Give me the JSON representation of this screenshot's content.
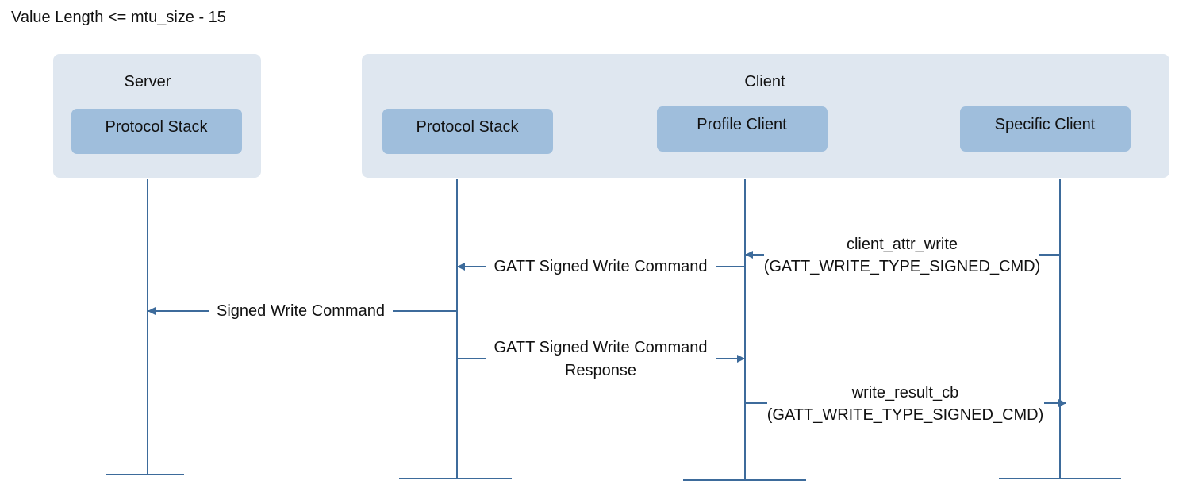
{
  "note": "Value Length <=  mtu_size - 15",
  "colors": {
    "group_bg": "#dfe7f0",
    "block_bg": "#9fbedc",
    "line": "#3d6b9b",
    "text": "#111111"
  },
  "groups": {
    "server": {
      "label": "Server"
    },
    "client": {
      "label": "Client"
    }
  },
  "participants": {
    "server_stack": {
      "label": "Protocol Stack"
    },
    "client_stack": {
      "label": "Protocol Stack"
    },
    "profile_client": {
      "label": "Profile Client"
    },
    "specific_client": {
      "label": "Specific Client"
    }
  },
  "messages": {
    "m1": {
      "line1": "client_attr_write",
      "line2": "(GATT_WRITE_TYPE_SIGNED_CMD)"
    },
    "m2": {
      "line1": "GATT Signed Write Command"
    },
    "m3": {
      "line1": "Signed Write Command"
    },
    "m4": {
      "line1": "GATT Signed Write Command",
      "line2": "Response"
    },
    "m5": {
      "line1": "write_result_cb",
      "line2": "(GATT_WRITE_TYPE_SIGNED_CMD)"
    }
  }
}
